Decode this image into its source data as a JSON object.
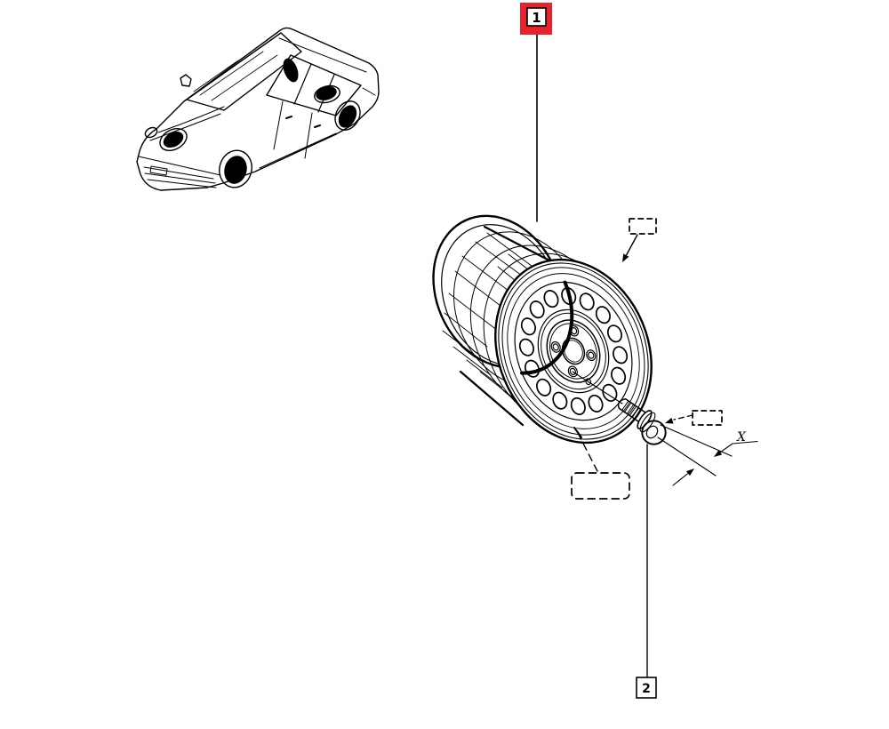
{
  "title": "Wheel parts diagram",
  "colors": {
    "background": "#ffffff",
    "ink": "#000000",
    "callout_red": "#e8222c"
  },
  "callouts": {
    "item1": {
      "label": "1"
    },
    "item2": {
      "label": "2"
    }
  },
  "dimension": {
    "label": "X"
  },
  "figures": {
    "vehicle_thumbnail": "minivan-line-drawing",
    "main_part": "steel-wheel-rim",
    "secondary_part": "wheel-bolt",
    "wheel_vent_holes": 16,
    "wheel_bolt_holes": 4
  }
}
